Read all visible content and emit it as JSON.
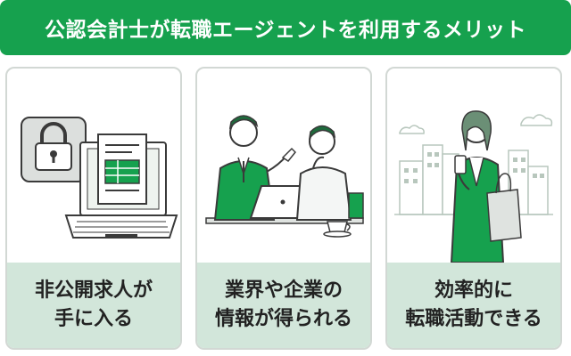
{
  "banner": {
    "title": "公認会計士が転職エージェントを利用するメリット"
  },
  "colors": {
    "accent": "#16a14e",
    "card_label_bg": "#d2e6da",
    "card_border": "#d2d8d4"
  },
  "cards": [
    {
      "illustration": "laptop-with-lock-icon",
      "line1": "非公開求人が",
      "line2": "手に入る"
    },
    {
      "illustration": "consultation-illustration",
      "line1": "業界や企業の",
      "line2": "情報が得られる"
    },
    {
      "illustration": "city-woman-smartphone-illustration",
      "line1": "効率的に",
      "line2": "転職活動できる"
    }
  ]
}
